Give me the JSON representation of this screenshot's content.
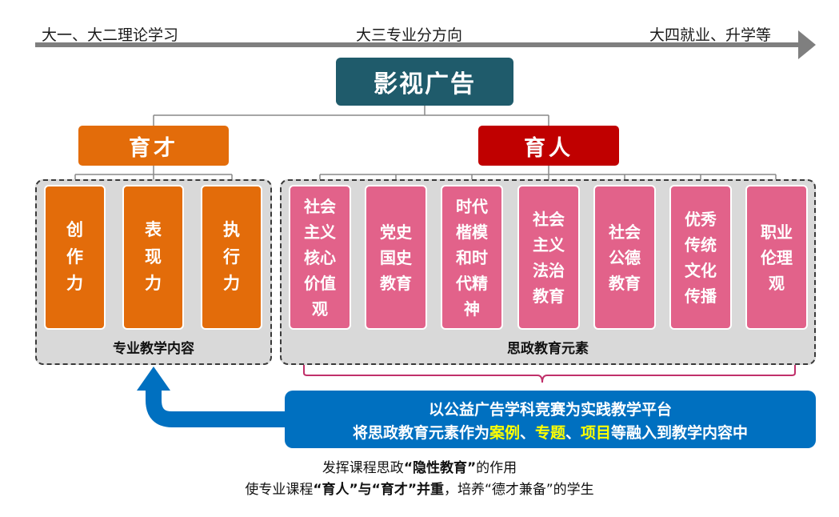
{
  "timeline": {
    "stage1": "大一、大二理论学习",
    "stage2": "大三专业分方向",
    "stage3": "大四就业、升学等"
  },
  "top": {
    "title": "影视广告"
  },
  "categories": {
    "left": "育才",
    "right": "育人"
  },
  "left_group": {
    "label": "专业教学内容",
    "cards": [
      "创作力",
      "表现力",
      "执行力"
    ]
  },
  "right_group": {
    "label": "思政教育元素",
    "cards": [
      "社会主义核心价值观",
      "党史国史教育",
      "时代楷模和时代精神",
      "社会主义法治教育",
      "社会公德教育",
      "优秀传统文化传播",
      "职业伦理观"
    ]
  },
  "platform": {
    "line1": "以公益广告学科竞赛为实践教学平台",
    "line2_prefix": "将思政教育元素作为",
    "hl1": "案例",
    "sep1": "、",
    "hl2": "专题",
    "sep2": "、",
    "hl3": "项目",
    "line2_suffix": "等融入到教学内容中"
  },
  "notes": {
    "n1_a": "发挥课程思政",
    "n1_b": "“隐性教育”",
    "n1_c": "的作用",
    "n2_a": "使专业课程",
    "n2_b": "“育人”与“育才”并重",
    "n2_c": "，培养“德才兼备”的学生"
  },
  "colors": {
    "top_box": "#1f5b6b",
    "cat_left": "#e36c0a",
    "cat_right": "#c00000",
    "card_left": "#e36c0a",
    "card_right": "#e2628a",
    "platform": "#0070c0",
    "highlight": "#ffff00",
    "brace": "#c0306a"
  }
}
